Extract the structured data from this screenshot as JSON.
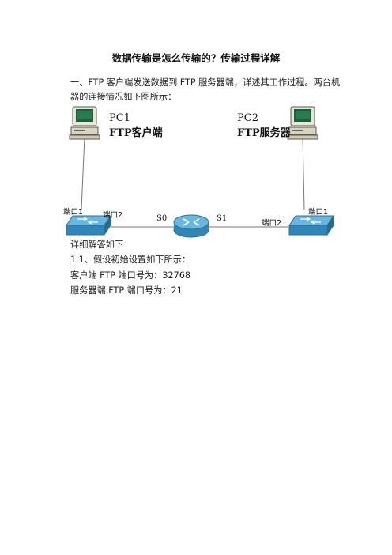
{
  "doc": {
    "title": "数据传输是怎么传输的？传输过程详解",
    "intro": "一、FTP 客户端发送数据到 FTP 服务器端，详述其工作过程。两台机器的连接情况如下图所示：",
    "diagram": {
      "pc1_name": "PC1",
      "pc1_role": "FTP客户端",
      "pc2_name": "PC2",
      "pc2_role": "FTP服务器",
      "sw1_port1": "端口1",
      "sw1_port2": "端口2",
      "router_s0": "S0",
      "router_s1": "S1",
      "sw2_port2": "端口2",
      "sw2_port1": "端口1"
    },
    "lines": [
      "详细解答如下",
      "1.1、假设初始设置如下所示：",
      "客户端 FTP 端口号为：32768",
      "服务器端 FTP 端口号为：21"
    ]
  }
}
